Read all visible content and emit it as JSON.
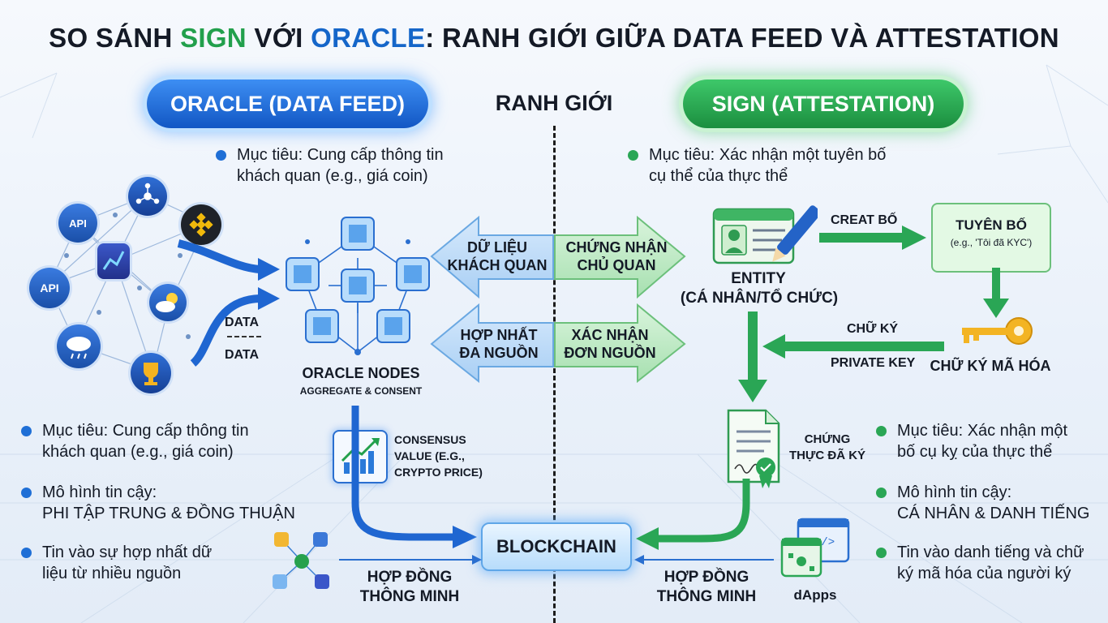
{
  "title": {
    "prefix": "SO SÁNH ",
    "sign": "SIGN",
    "mid": " VỚI ",
    "oracle": "ORACLE",
    "suffix": ": RANH GIỚI GIỮA DATA FEED VÀ ATTESTATION"
  },
  "left_header": "ORACLE (DATA FEED)",
  "center_header": "RANH GIỚI",
  "right_header": "SIGN (ATTESTATION)",
  "oracle": {
    "goal_top": "Mục tiêu: Cung cấp thông tin khách quan (e.g., giá coin)",
    "data_label_1": "DATA",
    "data_label_2": "DATA",
    "nodes_title": "ORACLE NODES",
    "nodes_subtitle": "AGGREGATE & CONSENT",
    "consensus_label": "CONSENSUS VALUE (E.G., CRYPTO PRICE)",
    "bullets": [
      {
        "line1": "Mục tiêu: Cung cấp thông tin",
        "line2": "khách quan (e.g., giá coin)"
      },
      {
        "line1": "Mô hình tin cậy:",
        "line2": "PHI TẬP TRUNG & ĐỒNG THUẬN"
      },
      {
        "line1": "Tin vào sự hợp nhất dữ",
        "line2": " liệu từ nhiều nguồn"
      }
    ],
    "smart_contract": "HỢP ĐỒNG THÔNG MINH",
    "source_icons": [
      "api-icon",
      "network-icon",
      "binance-icon",
      "chart-app-icon",
      "weather-icon",
      "storm-cloud-icon",
      "trophy-icon"
    ]
  },
  "boundary": {
    "arrow1_left": "DỮ LIỆU KHÁCH QUAN",
    "arrow1_right": "CHỨNG NHẬN CHỦ QUAN",
    "arrow2_left": "HỢP NHẤT ĐA NGUỒN",
    "arrow2_right": "XÁC NHẬN ĐƠN NGUỒN",
    "blockchain": "BLOCKCHAIN"
  },
  "sign": {
    "goal_top": "Mục tiêu: Xác nhận một tuyên bố cụ thể của thực thể",
    "create_label": "CREAT BỐ",
    "claim_title": "TUYÊN BỐ",
    "claim_example": "(e.g., 'Tôi đã KYC')",
    "entity_title": "ENTITY",
    "entity_subtitle": "(CÁ NHÂN/TỔ CHỨC)",
    "signature_label": "CHỮ KÝ",
    "private_key_label": "PRIVATE KEY",
    "crypto_signature_label": "CHỮ KÝ MÃ HÓA",
    "signed_attestation": "CHỨNG THỰC ĐÃ KÝ",
    "bullets": [
      {
        "line1": "Mục tiêu: Xác nhận một",
        "line2": "bố cụ kỵ của thực thể"
      },
      {
        "line1": "Mô hình tin cậy:",
        "line2": "CÁ NHÂN & DANH TIẾNG"
      },
      {
        "line1": "Tin vào danh tiếng và chữ",
        "line2": " ký mã hóa của người ký"
      }
    ],
    "smart_contract": "HỢP ĐỒNG THÔNG MINH",
    "dapps": "dApps"
  },
  "colors": {
    "oracle_blue": "#1566c9",
    "sign_green": "#22a04c",
    "arrow_blue": "#1f66d1",
    "arrow_green": "#2aa655"
  }
}
